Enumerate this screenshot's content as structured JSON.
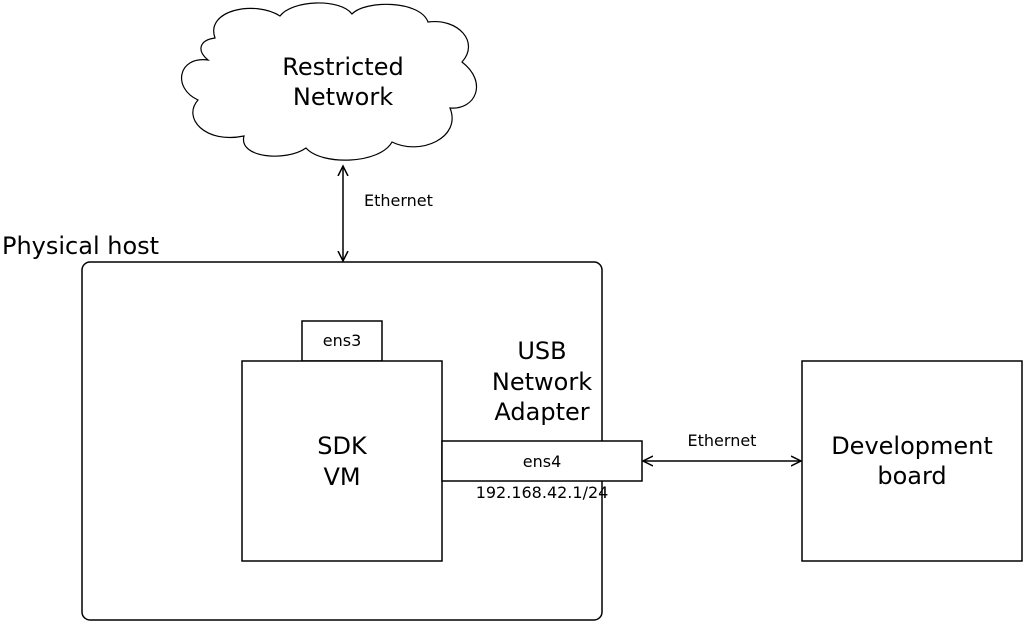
{
  "cloud": {
    "line1": "Restricted",
    "line2": "Network"
  },
  "links": {
    "upper_ethernet": "Ethernet",
    "right_ethernet": "Ethernet"
  },
  "host": {
    "label": "Physical host"
  },
  "vm": {
    "line1": "SDK",
    "line2": "VM",
    "iface_upper": "ens3",
    "iface_lower": "ens4",
    "ip_address": "192.168.42.1/24"
  },
  "adapter": {
    "line1": "USB",
    "line2": "Network",
    "line3": "Adapter"
  },
  "board": {
    "line1": "Development",
    "line2": "board"
  },
  "colors": {
    "stroke": "#000000",
    "background": "#ffffff"
  }
}
